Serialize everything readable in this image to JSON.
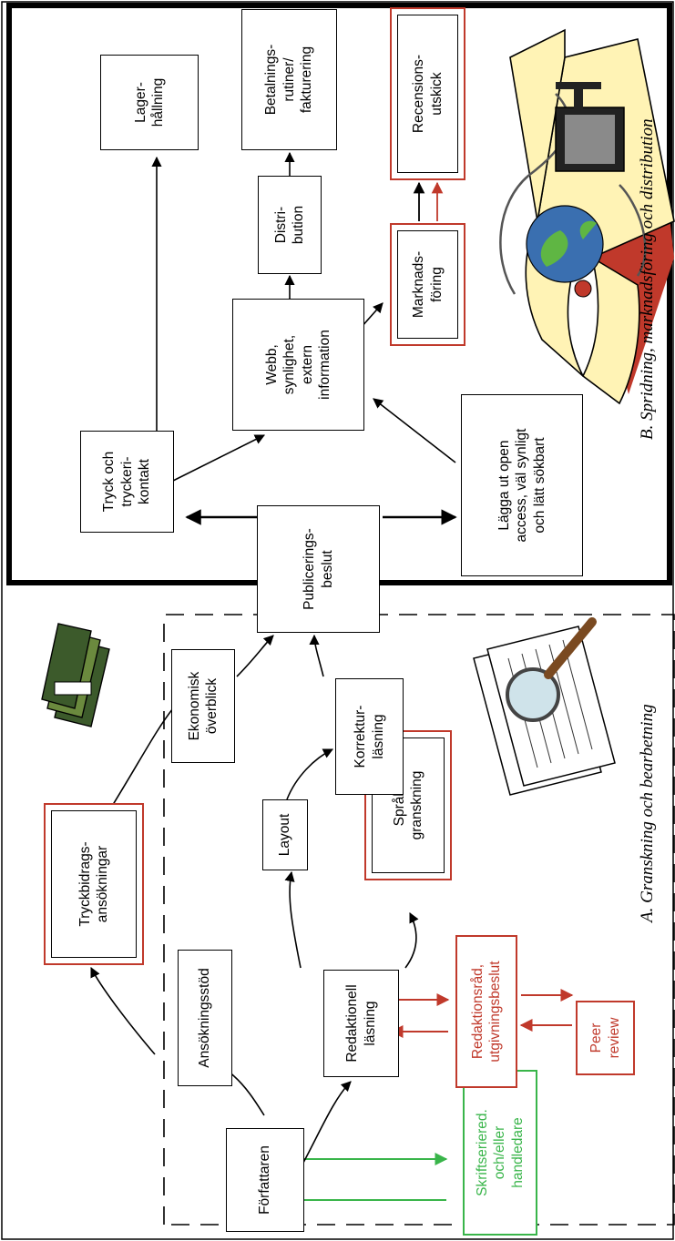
{
  "section_a": {
    "caption": "A.    Granskning och bearbetning"
  },
  "section_b": {
    "caption": "B.    Spridning, marknadsföring och distribution"
  },
  "nodes": {
    "forfattaren": "Författaren",
    "skriftseriered": "Skriftseriered.\noch/eller\nhandledare",
    "ansokningsstod": "Ansökningsstöd",
    "tryckbidrag": "Tryckbidrags-\nansökningar",
    "ekonomisk": "Ekonomisk\növerblick",
    "redaktionell": "Redaktionell\nläsning",
    "redaktionsrad": "Redaktionsråd,\nutgivningsbeslut",
    "peer_review": "Peer\nreview",
    "layout": "Layout",
    "sprak": "Språk-\ngranskning",
    "korrektur": "Korrektur-\nläsning",
    "publicering": "Publicerings-\nbeslut",
    "tryck": "Tryck och\ntryckeri-\nkontakt",
    "lagga_ut": "Lägga ut open\naccess, väl synligt\noch lätt sökbart",
    "webb": "Webb,\nsynlighet,\nextern\ninformation",
    "lager": "Lager-\nhållning",
    "distribution": "Distri-\nbution",
    "marknad": "Marknads-\nföring",
    "betalning": "Betalnings-\nrutiner/\nfakturering",
    "recension": "Recensions-\nutskick"
  },
  "colors": {
    "red": "#c0392b",
    "green": "#39b54a",
    "black": "#000000"
  },
  "icons": [
    "book-icon",
    "money-icon",
    "magnifier-documents-icon",
    "computer-globe-icon"
  ]
}
